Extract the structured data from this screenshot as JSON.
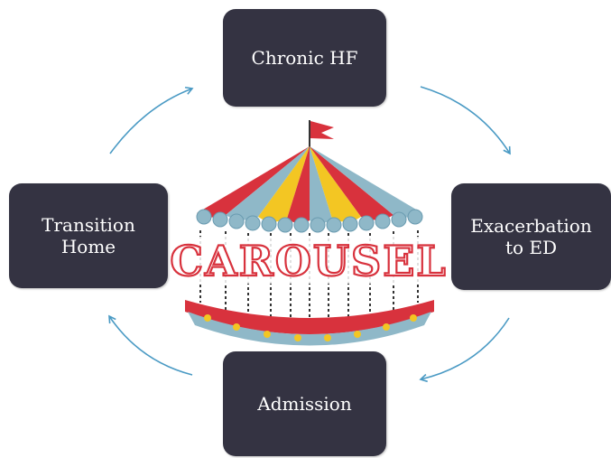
{
  "cycle": {
    "steps": {
      "top": "Chronic HF",
      "right": "Exacerbation\nto ED",
      "bottom": "Admission",
      "left": "Transition\nHome"
    },
    "center_logo_text": "CAROUSEL",
    "colors": {
      "box": "#343342",
      "arrow": "#4a9ac4",
      "red": "#d8323d",
      "yellow": "#f3c623",
      "blue": "#8fb8c8"
    }
  }
}
